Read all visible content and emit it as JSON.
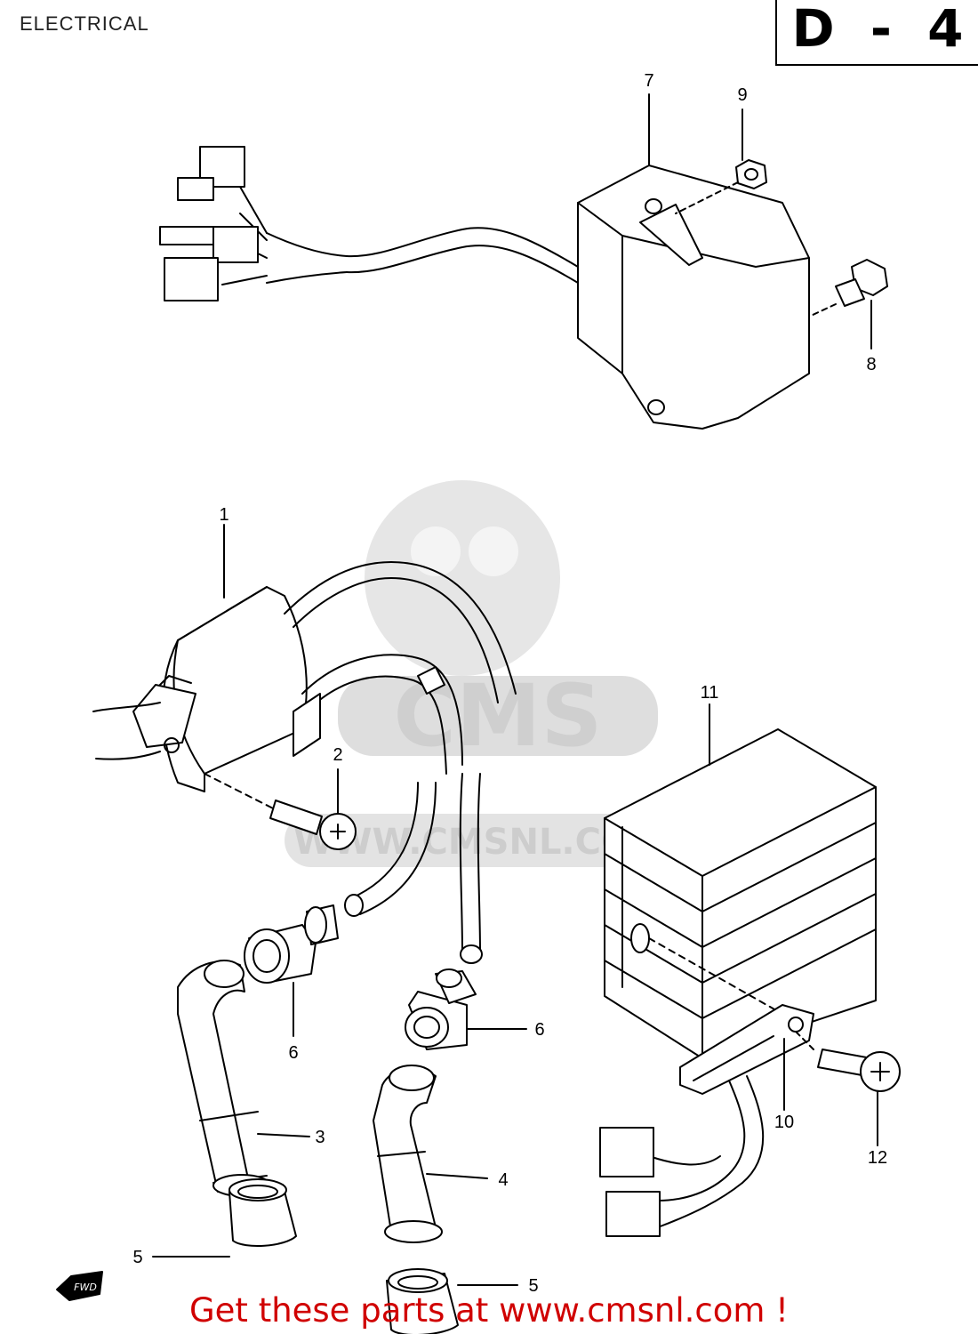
{
  "page": {
    "title": "ELECTRICAL",
    "section_code": "D - 4",
    "footer_link": "Get these parts at www.cmsnl.com !"
  },
  "watermark": {
    "brand": "CMS",
    "url": "WWW.CMSNL.COM"
  },
  "callouts": {
    "c1": "1",
    "c2": "2",
    "c3": "3",
    "c4": "4",
    "c5a": "5",
    "c5b": "5",
    "c6a": "6",
    "c6b": "6",
    "c7": "7",
    "c8": "8",
    "c9": "9",
    "c10": "10",
    "c11": "11",
    "c12": "12"
  },
  "fwd_label": "FWD",
  "colors": {
    "line": "#000000",
    "watermark": "#d9d9d9",
    "footer": "#d00000"
  }
}
